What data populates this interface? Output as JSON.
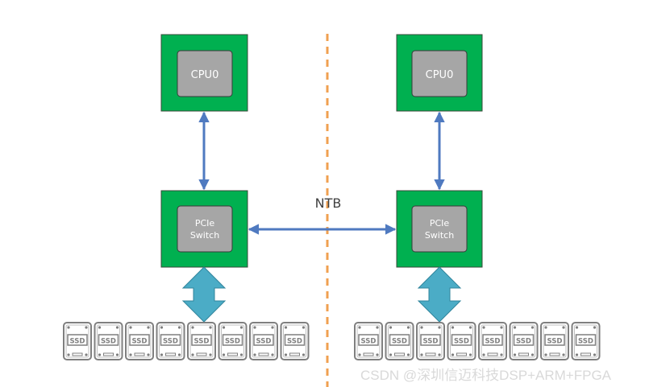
{
  "diagram": {
    "nodes": {
      "left_cpu": {
        "label": "CPU0"
      },
      "left_switch": {
        "label_line1": "PCIe",
        "label_line2": "Switch"
      },
      "right_cpu": {
        "label": "CPU0"
      },
      "right_switch": {
        "label_line1": "PCIe",
        "label_line2": "Switch"
      }
    },
    "ntb_label": "NTB",
    "ssd_label": "SSD",
    "ssd_count_per_side": 8,
    "colors": {
      "node_outer": "#00b050",
      "node_inner": "#a6a6a6",
      "node_text": "#ffffff",
      "thin_arrow": "#4f7ac0",
      "thick_arrow": "#4bacc6",
      "divider": "#f0a050",
      "ssd_stroke": "#7f7f7f"
    }
  },
  "watermark": "CSDN @深圳信迈科技DSP+ARM+FPGA"
}
